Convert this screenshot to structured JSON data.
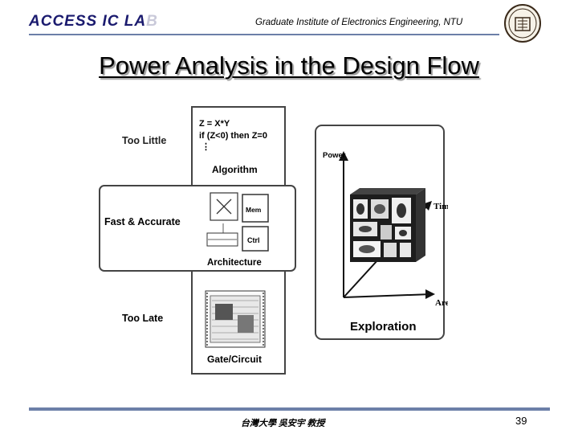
{
  "header": {
    "lab_logo_main": "ACCESS IC LA",
    "lab_logo_fade": "B",
    "institute": "Graduate Institute of Electronics Engineering, NTU"
  },
  "title": "Power Analysis in the Design Flow",
  "figure": {
    "labels": {
      "too_little": "Too Little",
      "fast_accurate": "Fast & Accurate",
      "too_late": "Too Late",
      "code_line1": "Z = X*Y",
      "code_line2": "if (Z<0) then Z=0",
      "algorithm": "Algorithm",
      "mem": "Mem",
      "ctrl": "Ctrl",
      "architecture": "Architecture",
      "gate_circuit": "Gate/Circuit",
      "power": "Power",
      "time": "Time",
      "area": "Area",
      "exploration": "Exploration"
    }
  },
  "footer": {
    "text": "台灣大學 吳安宇 教授",
    "page_number": "39"
  }
}
